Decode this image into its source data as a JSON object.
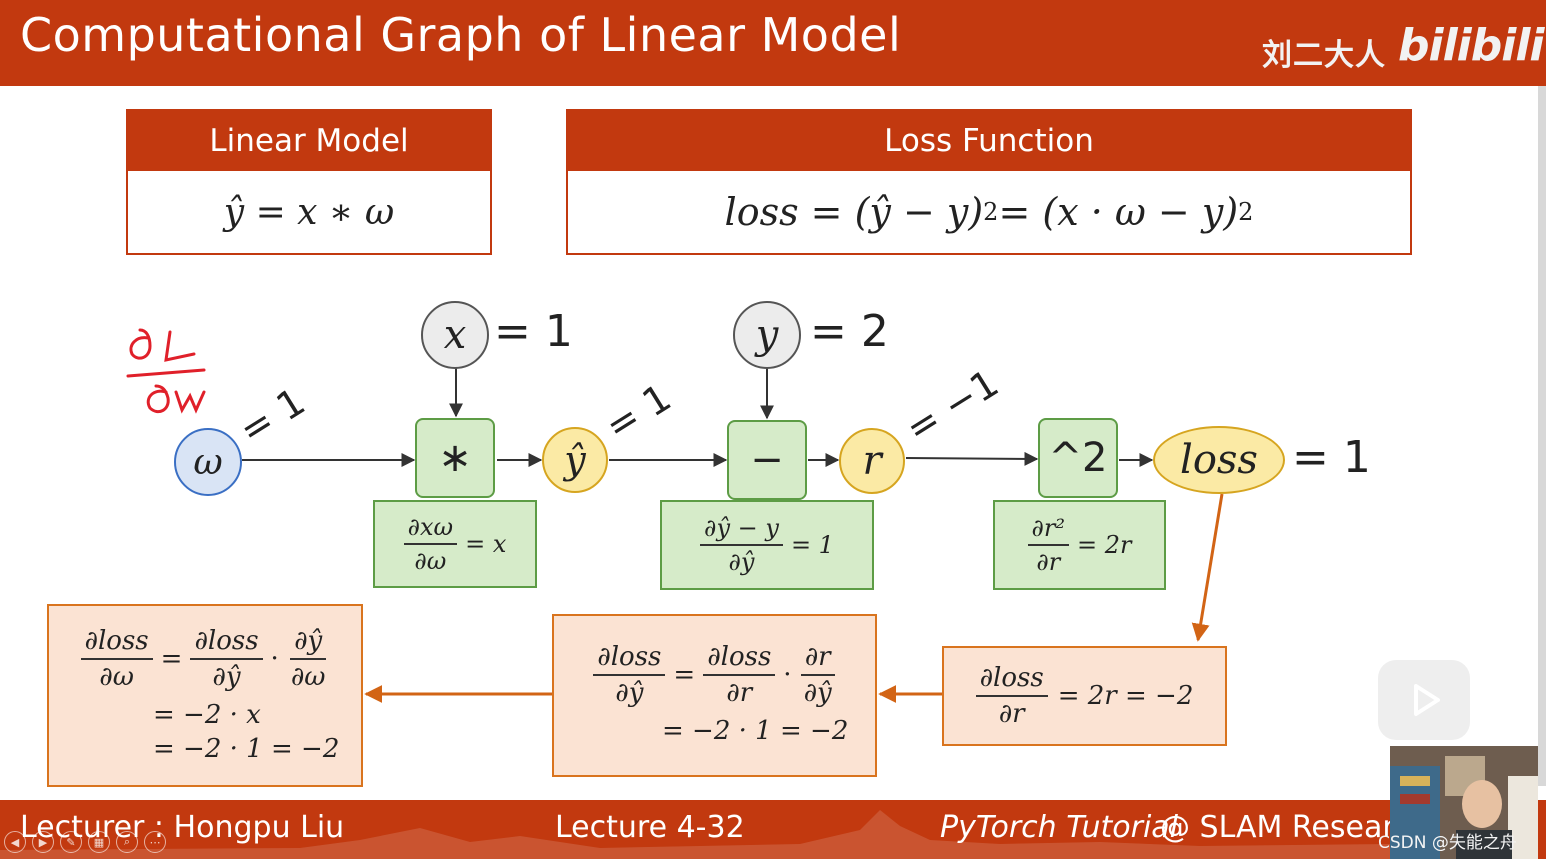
{
  "header": {
    "title": "Computational Graph of Linear Model",
    "watermark_cn": "刘二大人",
    "watermark_logo": "bilibili"
  },
  "linear_model_box": {
    "title": "Linear Model",
    "formula": "ŷ = x ∗ ω"
  },
  "loss_function_box": {
    "title": "Loss Function",
    "formula_lhs": "loss = (ŷ − y)",
    "formula_mid": "= (x · ω − y)"
  },
  "graph": {
    "node_x": "x",
    "node_x_value": "= 1",
    "node_y": "y",
    "node_y_value": "= 2",
    "node_omega": "ω",
    "node_yhat": "ŷ",
    "node_r": "r",
    "node_loss": "loss",
    "node_loss_value": "= 1",
    "op_mul": "∗",
    "op_sub": "−",
    "op_square": "^2",
    "grad_omega": "= 1",
    "grad_yhat": "= 1",
    "grad_r": "= −1",
    "handwritten_note": "∂L/∂ω"
  },
  "local_grads": {
    "mul": {
      "num": "∂xω",
      "den": "∂ω",
      "rhs": "= x"
    },
    "sub": {
      "num": "∂ŷ − y",
      "den": "∂ŷ",
      "rhs": "= 1"
    },
    "square": {
      "num": "∂r²",
      "den": "∂r",
      "rhs": "= 2r"
    }
  },
  "backprop": {
    "box_r": {
      "num": "∂loss",
      "den": "∂r",
      "rhs": "= 2r = −2"
    },
    "box_yhat": {
      "lhs_num": "∂loss",
      "lhs_den": "∂ŷ",
      "t1_num": "∂loss",
      "t1_den": "∂r",
      "t2_num": "∂r",
      "t2_den": "∂ŷ",
      "line2": "= −2 · 1 = −2"
    },
    "box_omega": {
      "lhs_num": "∂loss",
      "lhs_den": "∂ω",
      "t1_num": "∂loss",
      "t1_den": "∂ŷ",
      "t2_num": "∂ŷ",
      "t2_den": "∂ω",
      "line2": "= −2 · x",
      "line3": "= −2 · 1 = −2"
    }
  },
  "footer": {
    "lecturer": "Lecturer : Hongpu Liu",
    "lecture": "Lecture 4-32",
    "tutorial": "PyTorch Tutorial",
    "lab": " @ SLAM Resear",
    "csdn": "CSDN @失能之舟"
  },
  "colors": {
    "brand_red": "#c2390f",
    "green_fill": "#d6ebc9",
    "orange_fill": "#fbe3d3",
    "yellow_node": "#fbeaa5",
    "blue_node": "#d9e4f5"
  }
}
